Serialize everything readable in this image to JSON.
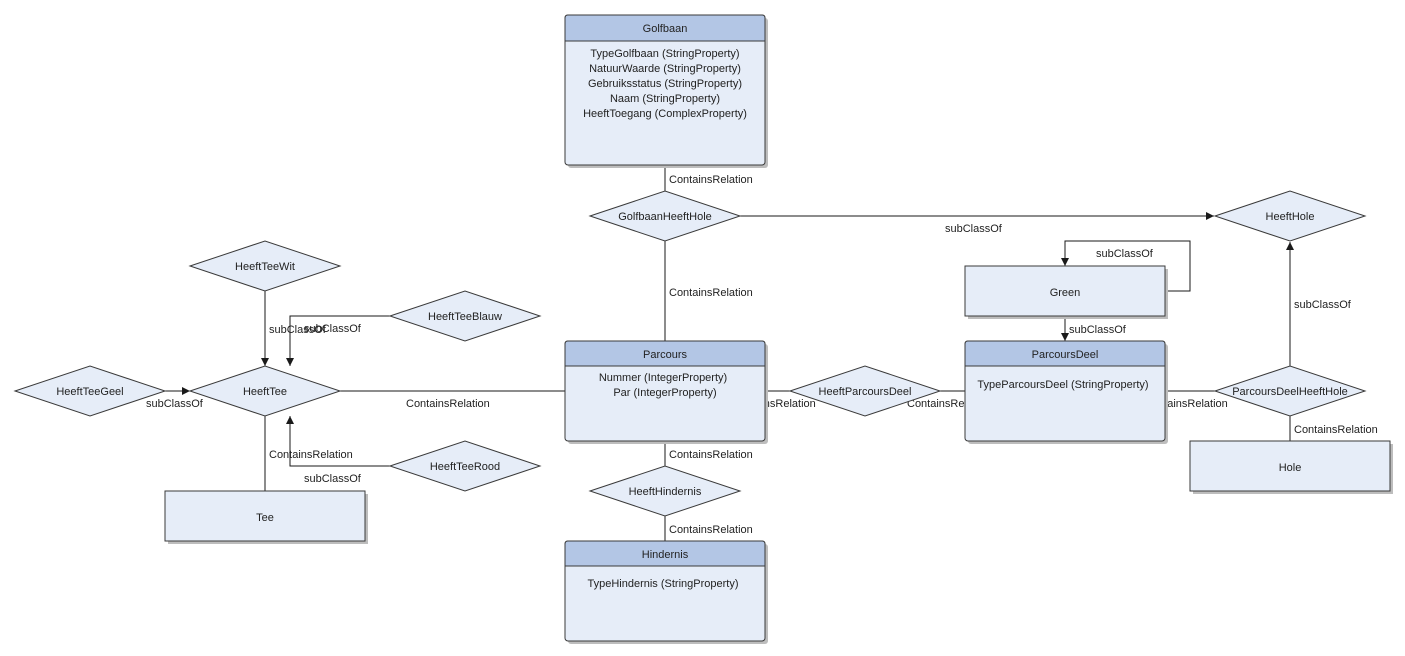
{
  "entities": {
    "golfbaan": {
      "title": "Golfbaan",
      "properties": [
        "TypeGolfbaan (StringProperty)",
        "NatuurWaarde (StringProperty)",
        "Gebruiksstatus (StringProperty)",
        "Naam (StringProperty)",
        "HeeftToegang (ComplexProperty)"
      ]
    },
    "parcours": {
      "title": "Parcours",
      "properties": [
        "Nummer (IntegerProperty)",
        "Par (IntegerProperty)"
      ]
    },
    "hindernis": {
      "title": "Hindernis",
      "properties": [
        "TypeHindernis (StringProperty)"
      ]
    },
    "parcoursdeel": {
      "title": "ParcoursDeel",
      "properties": [
        "TypeParcoursDeel (StringProperty)"
      ]
    },
    "green": {
      "title": "Green"
    },
    "hole": {
      "title": "Hole"
    },
    "tee": {
      "title": "Tee"
    }
  },
  "relations": {
    "golfbaan_heeft_hole": "GolfbaanHeeftHole",
    "heeft_hole": "HeeftHole",
    "heeft_tee_wit": "HeeftTeeWit",
    "heeft_tee_blauw": "HeeftTeeBlauw",
    "heeft_tee_geel": "HeeftTeeGeel",
    "heeft_tee": "HeeftTee",
    "heeft_tee_rood": "HeeftTeeRood",
    "heeft_parcours_deel": "HeeftParcoursDeel",
    "parcours_deel_heeft_hole": "ParcoursDeelHeeftHole",
    "heeft_hindernis": "HeeftHindernis"
  },
  "edge_labels": {
    "golfbaan_contains": "ContainsRelation",
    "parcours_contains_top": "ContainsRelation",
    "golfbaanheefthole_subclassof": "subClassOf",
    "green_self_subclassof": "subClassOf",
    "green_parcoursdeel_subclassof": "subClassOf",
    "hole_subclassof": "subClassOf",
    "heefttee_parcours_contains": "ContainsRelation",
    "parcours_heeftparcoursdeel_contains": "ContainsRelation",
    "heeftparcoursdeel_parcoursdeel_contains": "ContainsRelation",
    "parcoursdeel_heefthole_contains": "ContainsRelation",
    "parcoursdeelheefthole_hole_contains": "ContainsRelation",
    "parcours_heefthindernis_contains": "ContainsRelation",
    "heefthindernis_hindernis_contains": "ContainsRelation",
    "heeftteewit_subclassof": "subClassOf",
    "heeftteeblauw_subclassof": "subClassOf",
    "heeftteegeel_subclassof": "subClassOf",
    "heeftteerood_subclassof": "subClassOf",
    "heefttee_tee_contains": "ContainsRelation"
  }
}
